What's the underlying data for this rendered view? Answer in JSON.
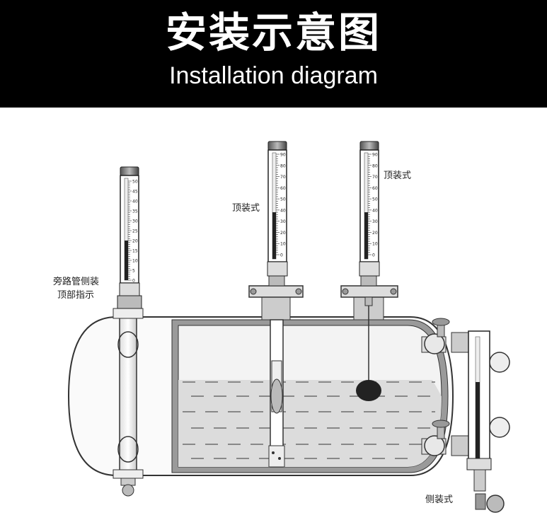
{
  "header": {
    "title_cn": "安装示意图",
    "title_en": "Installation diagram"
  },
  "labels": {
    "bypass_line1": "旁路管侧装",
    "bypass_line2": "顶部指示",
    "top_mount_left": "顶装式",
    "top_mount_right": "顶装式",
    "side_mount": "侧装式"
  },
  "gauges": {
    "left_scale": [
      "50",
      "45",
      "40",
      "35",
      "30",
      "25",
      "20",
      "15",
      "10",
      "5",
      "0"
    ],
    "top_scale": [
      "90",
      "80",
      "70",
      "60",
      "50",
      "40",
      "30",
      "20",
      "10",
      "0"
    ]
  },
  "colors": {
    "header_bg": "#000000",
    "liquid": "#d9d9d9",
    "tank_fill": "#f2f2f2",
    "outline": "#333333"
  }
}
